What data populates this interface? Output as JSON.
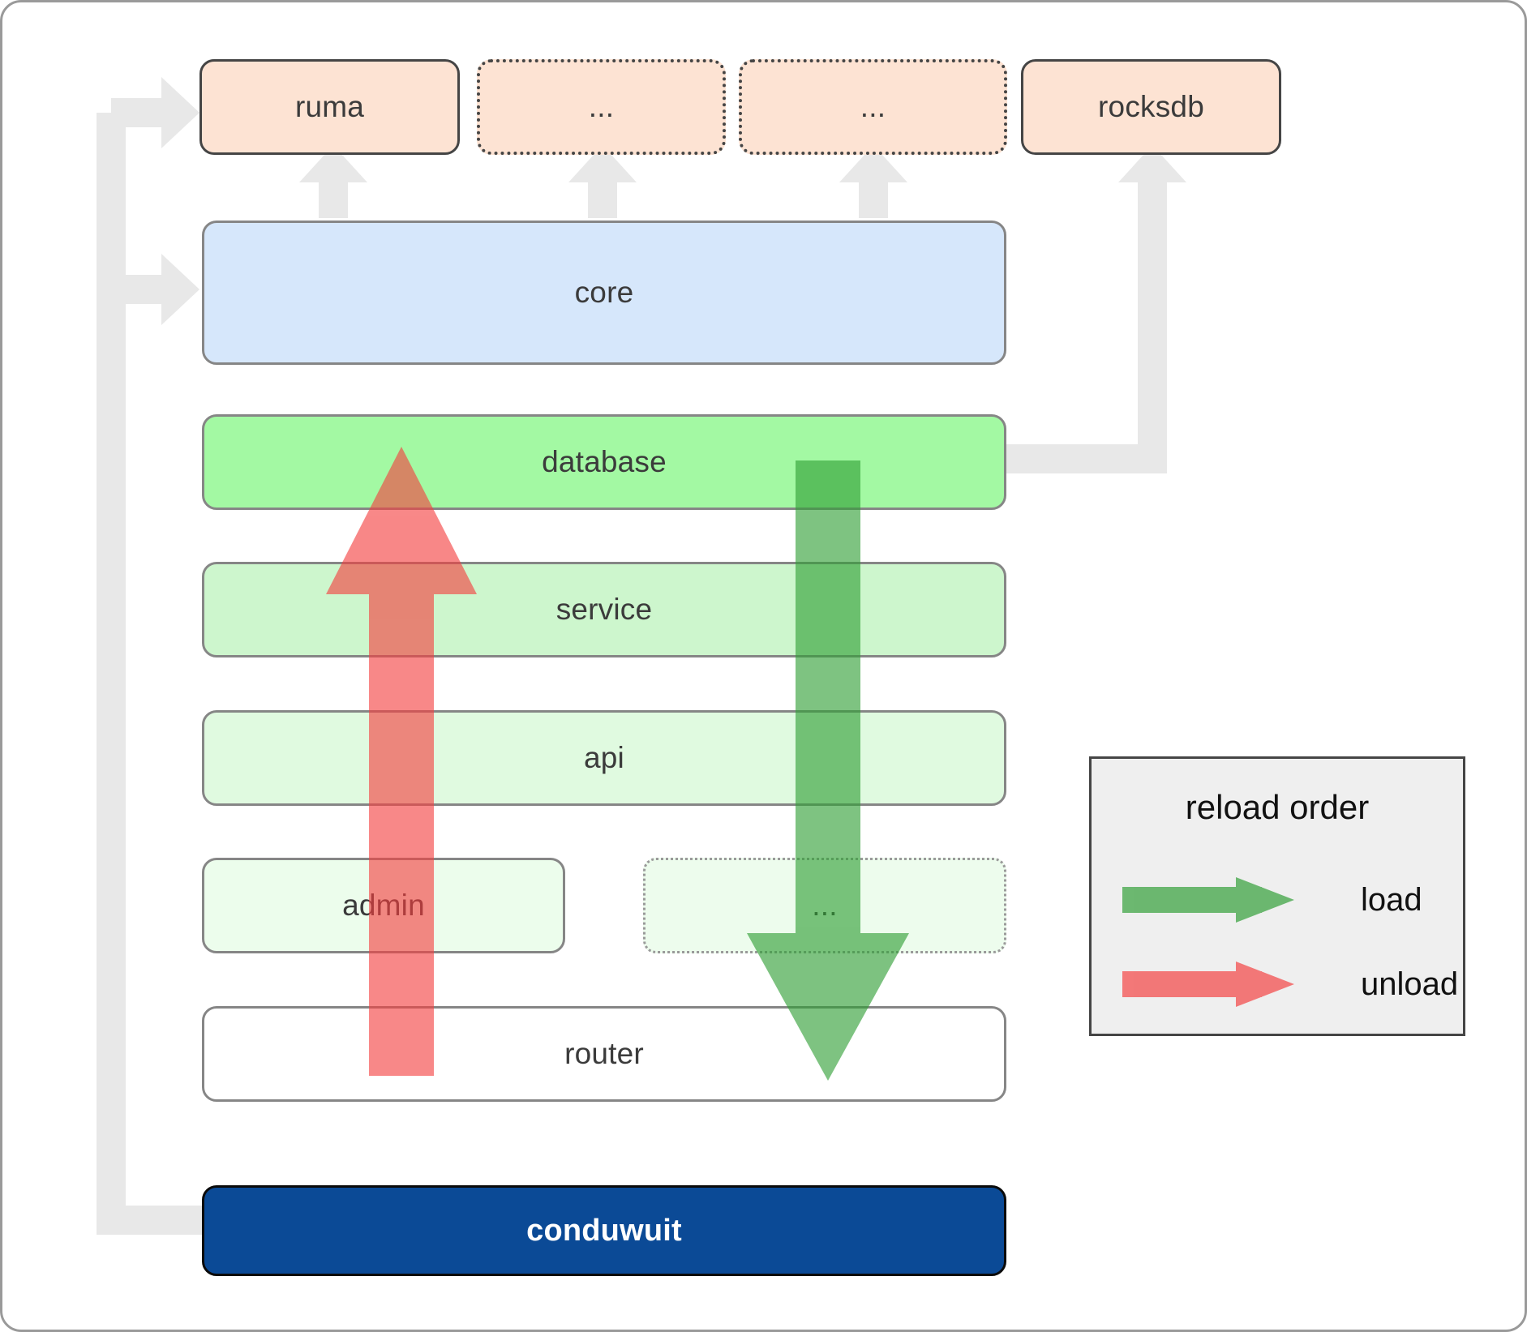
{
  "diagram": {
    "title": "conduwuit crate dependency and reload order",
    "colors": {
      "dependency_fill": "#fde3d3",
      "core_fill": "#d6e7fb",
      "database_fill": "#a3f9a3",
      "service_fill": "#cdf6cd",
      "api_fill": "#e0fae0",
      "admin_fill": "#ecfdec",
      "router_fill": "#ffffff",
      "conduwuit_fill": "#0b4a96",
      "load_arrow": "#4caf50",
      "unload_arrow": "#fa8080",
      "wire": "#e8e8e8",
      "legend_fill": "#efefef"
    },
    "dependencies": [
      {
        "id": "ruma",
        "label": "ruma",
        "border": "solid"
      },
      {
        "id": "dep1",
        "label": "...",
        "border": "dotted"
      },
      {
        "id": "dep2",
        "label": "...",
        "border": "dotted"
      },
      {
        "id": "rocksdb",
        "label": "rocksdb",
        "border": "solid"
      }
    ],
    "stack": [
      {
        "id": "core",
        "label": "core",
        "border": "solid"
      },
      {
        "id": "database",
        "label": "database",
        "border": "solid"
      },
      {
        "id": "service",
        "label": "service",
        "border": "solid"
      },
      {
        "id": "api",
        "label": "api",
        "border": "solid"
      },
      {
        "id": "admin",
        "label": "admin",
        "border": "solid"
      },
      {
        "id": "etc",
        "label": "...",
        "border": "dotted"
      },
      {
        "id": "router",
        "label": "router",
        "border": "solid"
      }
    ],
    "binary": {
      "id": "conduwuit",
      "label": "conduwuit"
    },
    "legend": {
      "title": "reload order",
      "items": [
        {
          "id": "load",
          "label": "load",
          "color": "#4caf50"
        },
        {
          "id": "unload",
          "label": "unload",
          "color": "#fa8080"
        }
      ]
    }
  }
}
